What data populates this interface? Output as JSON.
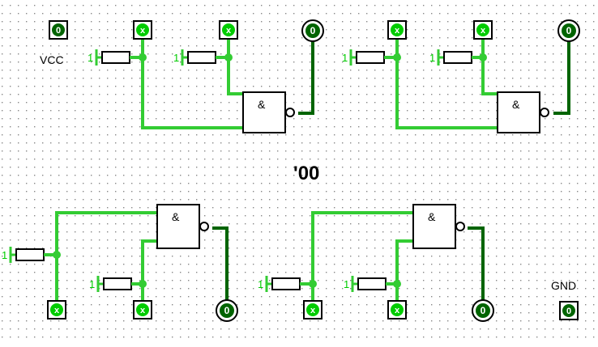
{
  "title": "'00",
  "labels": {
    "vcc": "VCC",
    "gnd": "GND"
  },
  "gate_symbol": "&",
  "input_value": "x",
  "output_value": "0",
  "pull_value": "1",
  "colors": {
    "wire_on": "#33cc33",
    "wire_dark": "#006400",
    "pin_fill": "#00cc00",
    "grid_dot": "#888888"
  },
  "icons": {
    "nand_gate": "nand-gate-icon",
    "input_pin": "input-pin-icon",
    "output_pin": "output-led-icon",
    "pull_resistor": "pull-resistor-icon"
  }
}
